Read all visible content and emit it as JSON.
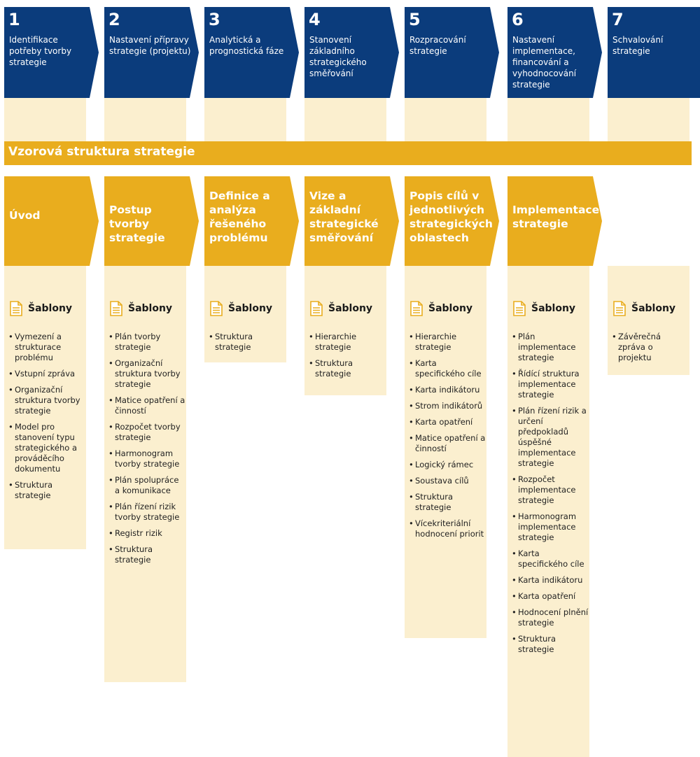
{
  "banner": {
    "title": "Vzorová struktura strategie"
  },
  "templates_label": "Šablony",
  "columns": [
    {
      "num": "1",
      "step": "Identifikace potřeby tvorby strategie",
      "section": "Úvod",
      "items": [
        "Vymezení a strukturace problému",
        "Vstupní zpráva",
        "Organizační struktura tvorby strategie",
        "Model pro stanovení typu strategického a prováděcího dokumentu",
        "Struktura strategie"
      ]
    },
    {
      "num": "2",
      "step": "Nastavení přípravy strategie (projektu)",
      "section": "Postup tvorby strategie",
      "items": [
        "Plán tvorby strategie",
        "Organizační struktura tvorby strategie",
        "Matice opatření a činností",
        "Rozpočet tvorby strategie",
        "Harmonogram tvorby strategie",
        "Plán spolupráce a komunikace",
        "Plán řízení rizik tvorby strategie",
        "Registr rizik",
        "Struktura strategie"
      ]
    },
    {
      "num": "3",
      "step": "Analytická a prognostická fáze",
      "section": "Definice a analýza řešeného problému",
      "items": [
        "Struktura strategie"
      ]
    },
    {
      "num": "4",
      "step": "Stanovení základního strategického směřování",
      "section": "Vize a základní strategické směřování",
      "items": [
        "Hierarchie strategie",
        "Struktura strategie"
      ]
    },
    {
      "num": "5",
      "step": "Rozpracování strategie",
      "section": "Popis cílů v jednotlivých strategických oblastech",
      "items": [
        "Hierarchie strategie",
        "Karta specifického cíle",
        "Karta indikátoru",
        "Strom indikátorů",
        "Karta opatření",
        "Matice opatření a činností",
        "Logický rámec",
        "Soustava cílů",
        "Struktura strategie",
        "Vícekriteriální hodnocení priorit"
      ]
    },
    {
      "num": "6",
      "step": "Nastavení implementace, financování a vyhodnocování strategie",
      "section": "Implementace strategie",
      "items": [
        "Plán implementace strategie",
        "Řídící struktura implementace strategie",
        "Plán řízení rizik a určení předpokladů úspěšné implementace strategie",
        "Rozpočet implementace strategie",
        "Harmonogram implementace strategie",
        "Karta specifického cíle",
        "Karta indikátoru",
        "Karta opatření",
        "Hodnocení plnění strategie",
        "Struktura strategie"
      ]
    },
    {
      "num": "7",
      "step": "Schvalování strategie",
      "section": "",
      "items": [
        "Závěrečná zpráva o projektu"
      ]
    }
  ],
  "colors": {
    "navy": "#0b3c7c",
    "gold": "#e9ad1e",
    "cream": "#fbefcf"
  }
}
